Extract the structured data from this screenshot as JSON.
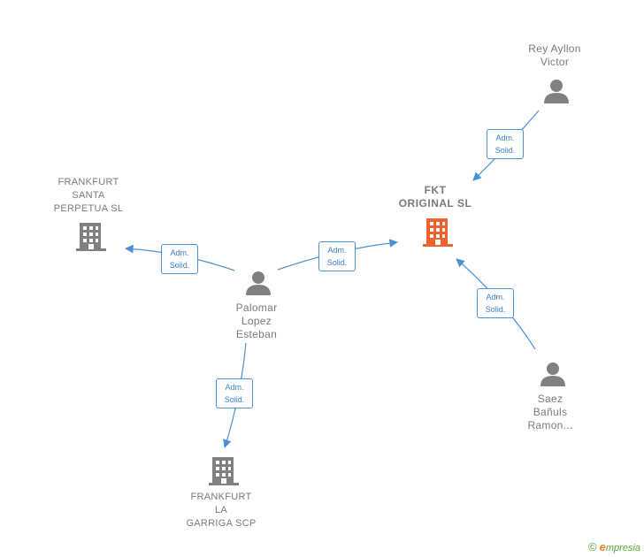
{
  "nodes": {
    "fkt_original": {
      "label": "FKT\nORIGINAL  SL"
    },
    "frankfurt_santa": {
      "label": "FRANKFURT\nSANTA\nPERPETUA  SL"
    },
    "frankfurt_garriga": {
      "label": "FRANKFURT\nLA\nGARRIGA SCP"
    },
    "rey_ayllon": {
      "label": "Rey Ayllon\nVictor"
    },
    "palomar": {
      "label": "Palomar\nLopez\nEsteban"
    },
    "saez": {
      "label": "Saez\nBañuls\nRamon..."
    }
  },
  "edges": [
    {
      "line1": "Adm.",
      "line2": "Solid."
    },
    {
      "line1": "Adm.",
      "line2": "Solid."
    },
    {
      "line1": "Adm.",
      "line2": "Solid."
    },
    {
      "line1": "Adm.",
      "line2": "Solid."
    },
    {
      "line1": "Adm.",
      "line2": "Solid."
    }
  ],
  "colors": {
    "edge": "#4a90d9",
    "main_company": "#f0622d",
    "company": "#808080",
    "person": "#808080"
  },
  "footer": {
    "copyright": "©",
    "brand_initial": "e",
    "brand_rest": "mpresia"
  }
}
